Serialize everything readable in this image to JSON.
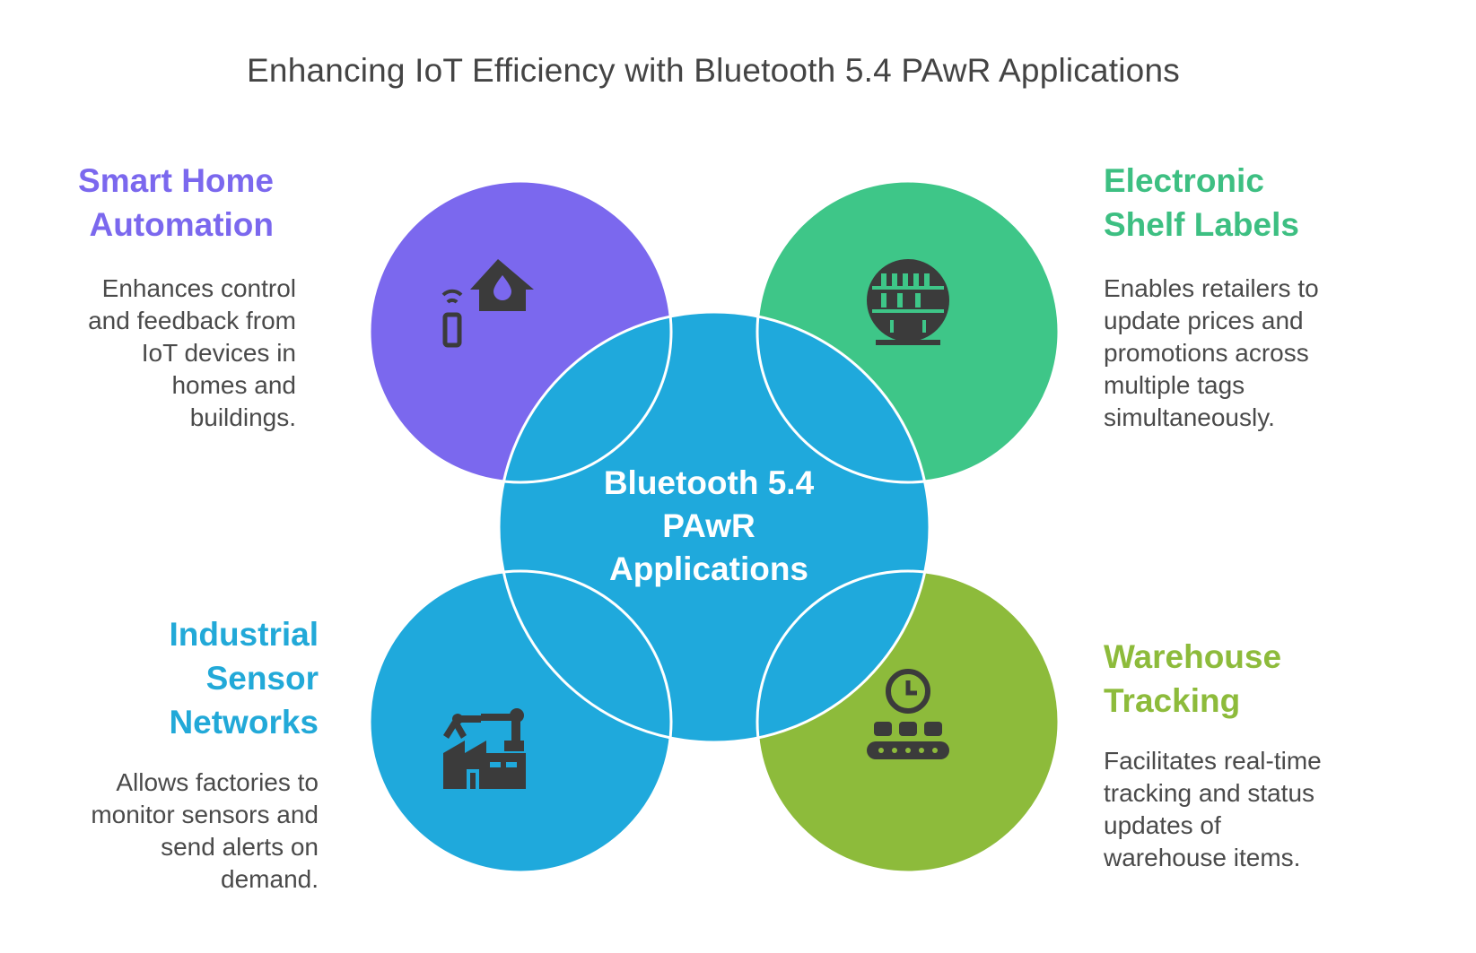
{
  "title": "Enhancing IoT Efficiency with Bluetooth 5.4 PAwR Applications",
  "center": {
    "label_line1": "Bluetooth 5.4",
    "label_line2": "PAwR",
    "label_line3": "Applications",
    "color": "#1fa9dc"
  },
  "nodes": [
    {
      "heading_line1": "Smart Home",
      "heading_line2": "Automation",
      "desc_lines": [
        "Enhances control",
        "and feedback from",
        "IoT devices in",
        "homes and",
        "buildings."
      ],
      "color": "#7b68ee",
      "icon": "smart-home-icon"
    },
    {
      "heading_line1": "Electronic",
      "heading_line2": "Shelf Labels",
      "desc_lines": [
        "Enables retailers to",
        "update prices and",
        "promotions across",
        "multiple tags",
        "simultaneously."
      ],
      "color": "#3ec688",
      "icon": "shelf-label-icon"
    },
    {
      "heading_line1": "Industrial",
      "heading_line2": "Sensor",
      "heading_line3": "Networks",
      "desc_lines": [
        "Allows factories to",
        "monitor sensors and",
        "send alerts on",
        "demand."
      ],
      "color": "#1fa9dc",
      "icon": "factory-robot-icon"
    },
    {
      "heading_line1": "Warehouse",
      "heading_line2": "Tracking",
      "desc_lines": [
        "Facilitates real-time",
        "tracking and status",
        "updates of",
        "warehouse items."
      ],
      "color": "#8dbb3b",
      "icon": "conveyor-clock-icon"
    }
  ]
}
